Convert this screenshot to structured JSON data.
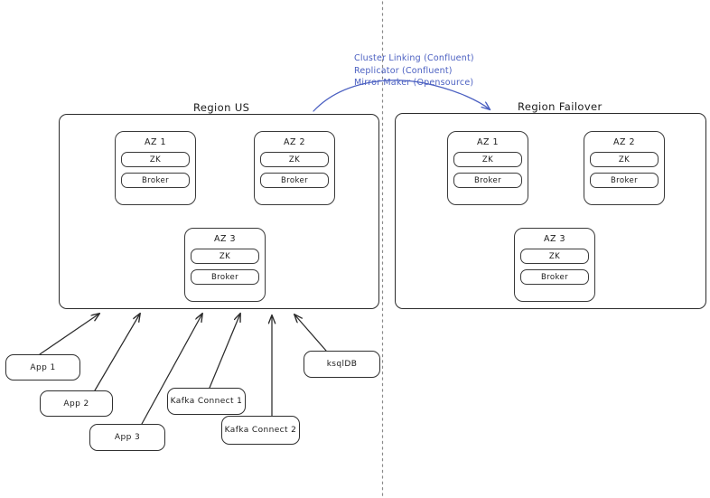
{
  "diagram": {
    "title_region_primary": "Region US",
    "title_region_failover": "Region Failover",
    "divider": "vertical-dotted-separator",
    "replication_note": {
      "line1": "Cluster Linking (Confluent)",
      "line2": "Replicator (Confluent)",
      "line3": "Mirror Maker (Opensource)",
      "color": "#4a5fc1",
      "arrow": "curved-arrow-us-to-failover"
    },
    "regions": [
      {
        "id": "us",
        "name": "Region US",
        "azs": [
          {
            "label": "AZ 1",
            "nodes": [
              "ZK",
              "Broker"
            ]
          },
          {
            "label": "AZ 2",
            "nodes": [
              "ZK",
              "Broker"
            ]
          },
          {
            "label": "AZ 3",
            "nodes": [
              "ZK",
              "Broker"
            ]
          }
        ]
      },
      {
        "id": "failover",
        "name": "Region Failover",
        "azs": [
          {
            "label": "AZ 1",
            "nodes": [
              "ZK",
              "Broker"
            ]
          },
          {
            "label": "AZ 2",
            "nodes": [
              "ZK",
              "Broker"
            ]
          },
          {
            "label": "AZ 3",
            "nodes": [
              "ZK",
              "Broker"
            ]
          }
        ]
      }
    ],
    "clients": [
      {
        "id": "app-1",
        "label": "App 1"
      },
      {
        "id": "app-2",
        "label": "App 2"
      },
      {
        "id": "app-3",
        "label": "App 3"
      },
      {
        "id": "kafka-connect-1",
        "label": "Kafka Connect 1"
      },
      {
        "id": "kafka-connect-2",
        "label": "Kafka Connect 2"
      },
      {
        "id": "ksqldb",
        "label": "ksqlDB"
      }
    ],
    "client_connections": "six arrows from client boxes up into Region US"
  }
}
